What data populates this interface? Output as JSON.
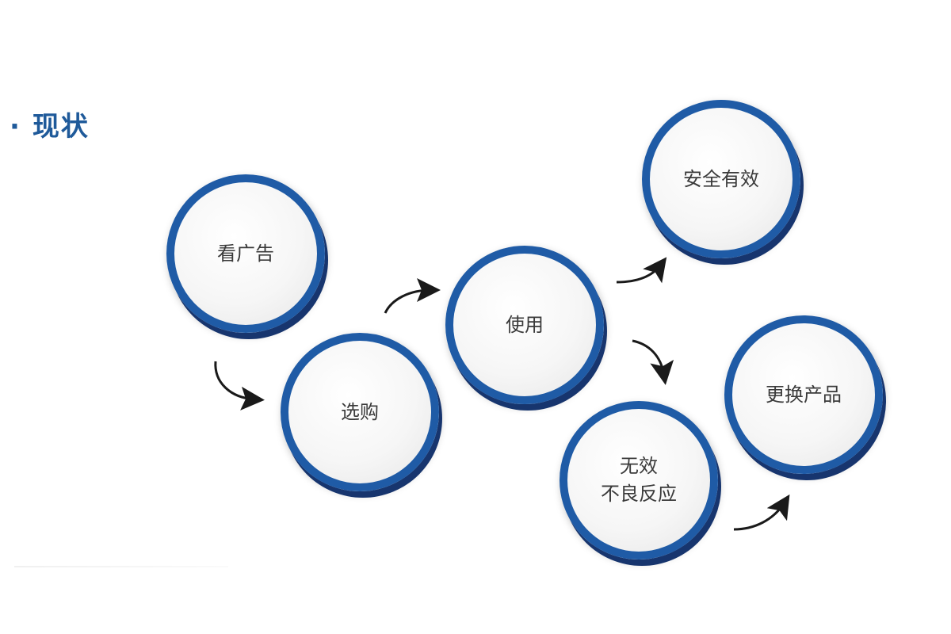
{
  "header": {
    "title": "现状",
    "bullet": "·"
  },
  "nodes": {
    "watch_ad": "看广告",
    "purchase": "选购",
    "use": "使用",
    "safe_effective": "安全有效",
    "ineffective": "无效\n不良反应",
    "replace_product": "更换产品"
  },
  "colors": {
    "title": "#1f5a9a",
    "circle_border": "#1f5ba6",
    "circle_shadow": "#17356e",
    "arrow": "#1a1a1a"
  },
  "icons": {
    "arrow": "curved-arrow-icon"
  }
}
